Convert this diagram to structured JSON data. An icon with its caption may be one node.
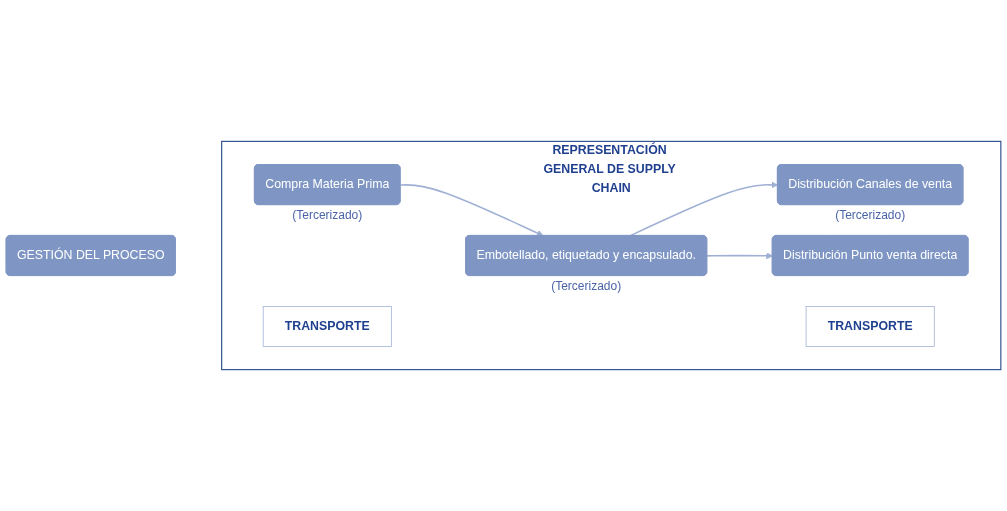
{
  "diagram": {
    "nodes": [
      {
        "text": [
          "GESTIÓN DEL PROCESO"
        ]
      },
      {
        "text": [
          "REPRESENTACIÓN GENERAL DE SUPPLY CHAIN"
        ]
      },
      {
        "text": [
          "TRANSPORTE"
        ],
        "in": 1
      },
      {
        "text": [
          "Compra Materia Prima"
        ],
        "in": 1,
        "beside": [
          "(Tercerizado)"
        ]
      },
      {
        "text": [
          "Embotellado, etiquetado y encapsulado."
        ],
        "in": 1,
        "beside": [
          "(Tercerizado)"
        ]
      },
      {
        "text": [
          "Distribución Canales de venta"
        ],
        "in": 1,
        "beside": [
          "(Tercerizado)"
        ]
      },
      {
        "text": [
          "Distribución Punto venta directa"
        ],
        "in": 1
      },
      {
        "text": [
          "TRANSPORTE"
        ],
        "in": 1
      }
    ],
    "edges": [
      {
        "from": 3,
        "to": 4,
        "arrow": "to"
      },
      {
        "from": 4,
        "to": 5,
        "arrow": "to"
      },
      {
        "from": 4,
        "to": 6,
        "arrow": "to"
      }
    ]
  }
}
